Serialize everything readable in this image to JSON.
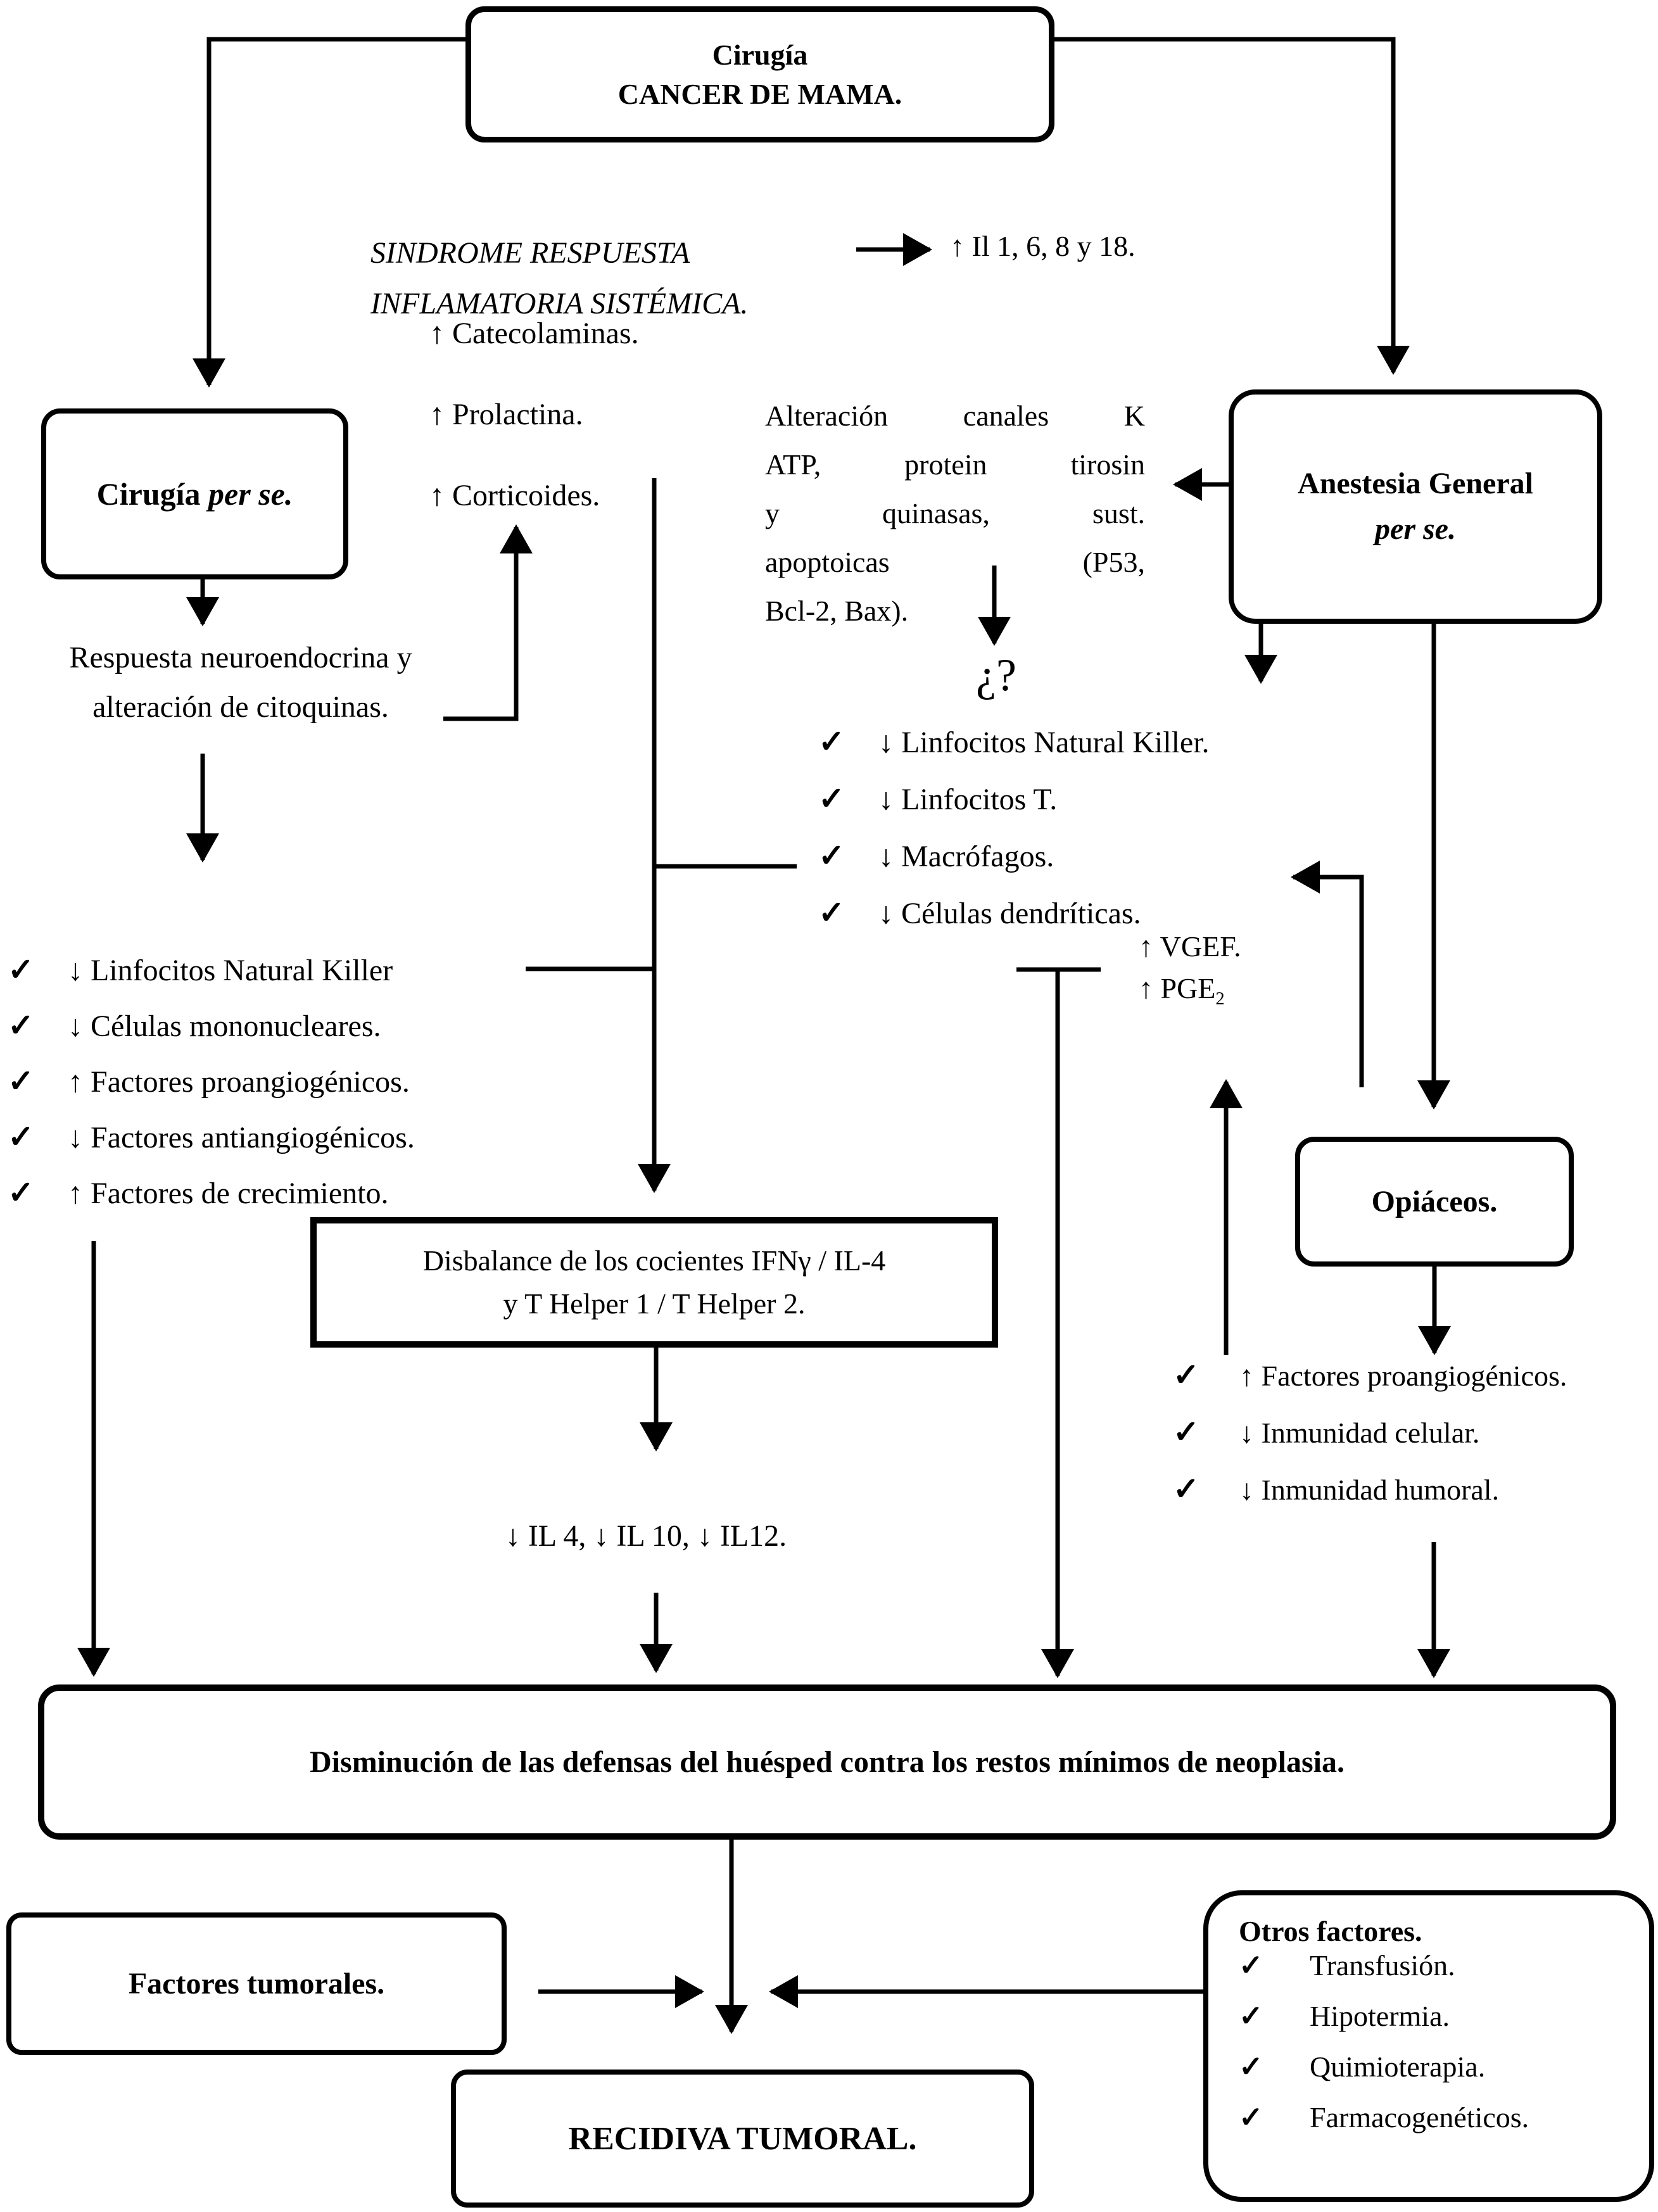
{
  "icons": {
    "check": "✓"
  },
  "diagram": {
    "top_box": {
      "line1": "Cirugía",
      "line2": "CANCER DE MAMA."
    },
    "sirs": {
      "line1": "SINDROME RESPUESTA",
      "line2": "INFLAMATORIA SISTÉMICA.",
      "result": "↑ Il 1, 6, 8 y 18.",
      "item1": "↑ Catecolaminas.",
      "item2": "↑ Prolactina.",
      "item3": "↑ Corticoides."
    },
    "cirugia_per_se": {
      "text": "Cirugía",
      "italic": "per se."
    },
    "anestesia": {
      "line1": "Anestesia General",
      "line2": "per se."
    },
    "respuesta": {
      "line1": "Respuesta neuroendocrina y",
      "line2": "alteración de citoquinas."
    },
    "alteracion": {
      "line1": "Alteración canales K",
      "line2": "ATP, protein tirosin",
      "line3": "y quinasas, sust.",
      "line4": "apoptoicas (P53,",
      "line5": "Bcl-2, Bax)."
    },
    "question_mark": "¿?",
    "immune_list": {
      "item1": "↓ Linfocitos Natural Killer.",
      "item2": "↓ Linfocitos T.",
      "item3": "↓ Macrófagos.",
      "item4": "↓ Células dendríticas."
    },
    "surgery_list": {
      "item1": "↓ Linfocitos Natural Killer",
      "item2": "↓ Células mononucleares.",
      "item3": "↑ Factores proangiogénicos.",
      "item4": "↓ Factores antiangiogénicos.",
      "item5": "↑ Factores de crecimiento."
    },
    "mediators": {
      "vgef": "↑ VGEF.",
      "pge": "↑ PGE",
      "pge_sub": "2"
    },
    "opiaceos": {
      "title": "Opiáceos.",
      "item1": "↑ Factores proangiogénicos.",
      "item2": "↓ Inmunidad celular.",
      "item3": "↓ Inmunidad humoral."
    },
    "disbalance": {
      "line1": "Disbalance de los cocientes IFNγ / IL-4",
      "line2": "y T Helper 1 / T Helper 2."
    },
    "interleukins": "↓ IL 4, ↓ IL 10, ↓ IL12.",
    "host_defense": "Disminución de las defensas del huésped contra los restos mínimos de neoplasia.",
    "tumor_factors": "Factores tumorales.",
    "other_factors": {
      "title": "Otros factores.",
      "item1": "Transfusión.",
      "item2": "Hipotermia.",
      "item3": "Quimioterapia.",
      "item4": "Farmacogenéticos."
    },
    "recidiva": "RECIDIVA TUMORAL."
  }
}
